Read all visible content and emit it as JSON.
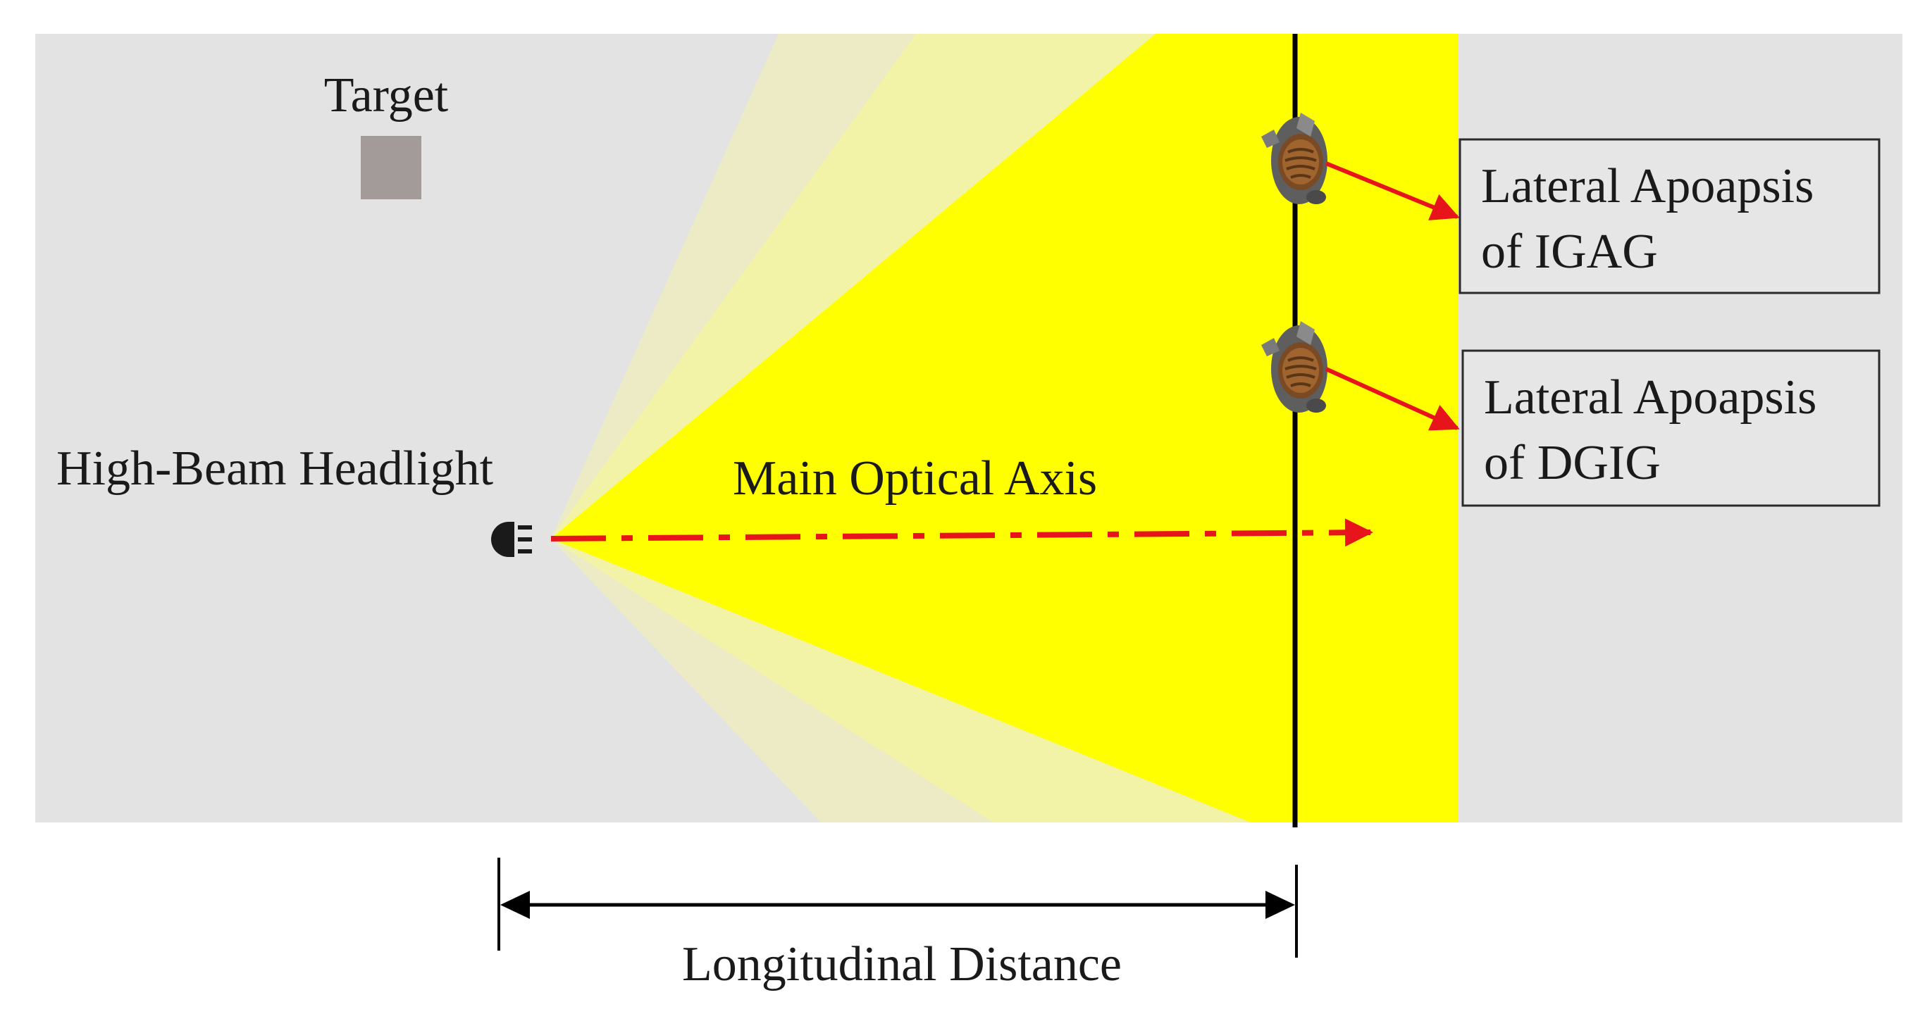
{
  "labels": {
    "target": "Target",
    "headlight": "High-Beam Headlight",
    "optical_axis": "Main Optical Axis",
    "longitudinal_distance": "Longitudinal Distance"
  },
  "boxes": {
    "igag": {
      "line1": "Lateral Apoapsis",
      "line2": "of IGAG"
    },
    "dgig": {
      "line1": "Lateral Apoapsis",
      "line2": "of DGIG"
    }
  },
  "colors": {
    "road": "#e3e3e3",
    "beam_core": "#ffff00",
    "beam_outer": "#f3f3a8",
    "beam_faint": "#ecebc5",
    "target": "#a39a9a",
    "axis_arrow": "#e8141b",
    "pointer_arrow": "#e8141b",
    "box_fill": "#e6e6e6",
    "box_border": "#2a2a2a"
  },
  "icons": {
    "headlight": "headlight-icon",
    "pedestrian": "pedestrian-icon"
  }
}
